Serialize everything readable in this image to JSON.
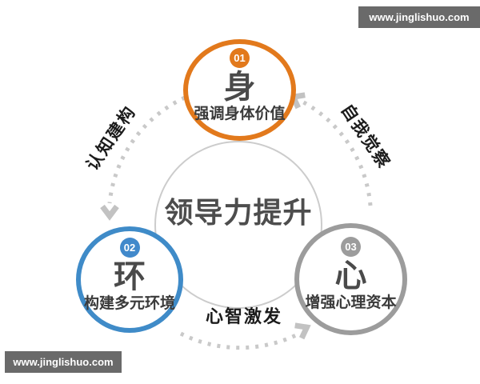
{
  "watermarks": {
    "top_right": "www.jinglishuo.com",
    "bottom_left": "www.jinglishuo.com"
  },
  "center": {
    "title": "领导力提升"
  },
  "nodes": [
    {
      "badge": "01",
      "keyword": "身",
      "description": "强调身体价值",
      "accent_color": "#E2791C"
    },
    {
      "badge": "02",
      "keyword": "环",
      "description": "构建多元环境",
      "accent_color": "#3F8BC8"
    },
    {
      "badge": "03",
      "keyword": "心",
      "description": "增强心理资本",
      "accent_color": "#9C9C9C"
    }
  ],
  "connectors": [
    {
      "label": "认知建构",
      "from": "01",
      "to": "02",
      "style": "dotted-arc-arrow"
    },
    {
      "label": "心智激发",
      "from": "02",
      "to": "03",
      "style": "dotted-arc-arrow"
    },
    {
      "label": "自我觉察",
      "from": "03",
      "to": "01",
      "style": "dotted-arc-arrow"
    }
  ],
  "colors": {
    "arc_dots": "#C9C9C9",
    "center_ring": "#CCCCCC",
    "keyword_text": "#4A4A4A",
    "label_text": "#1C1C1C",
    "banner_bg": "#6A6A6A",
    "banner_text": "#FFFFFF"
  }
}
